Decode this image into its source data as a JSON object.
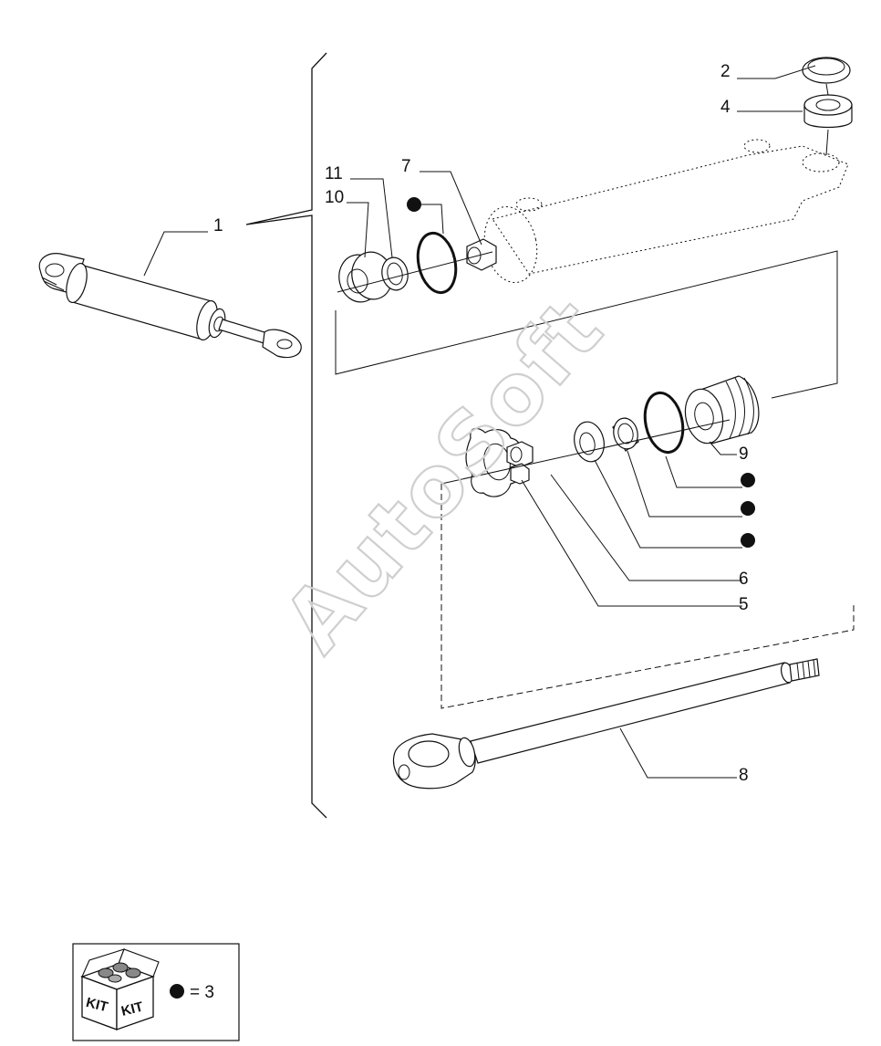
{
  "callouts": {
    "p1": "1",
    "p2": "2",
    "p4": "4",
    "p5": "5",
    "p6": "6",
    "p7": "7",
    "p8": "8",
    "p9": "9",
    "p10": "10",
    "p11": "11"
  },
  "watermark": "AutoSoft",
  "kit": {
    "box_label_left": "KIT",
    "box_label_right": "KIT",
    "equals_text": "= 3"
  },
  "icons": {
    "kit": "kit-box-icon",
    "bullet": "kit-bullet-icon"
  }
}
